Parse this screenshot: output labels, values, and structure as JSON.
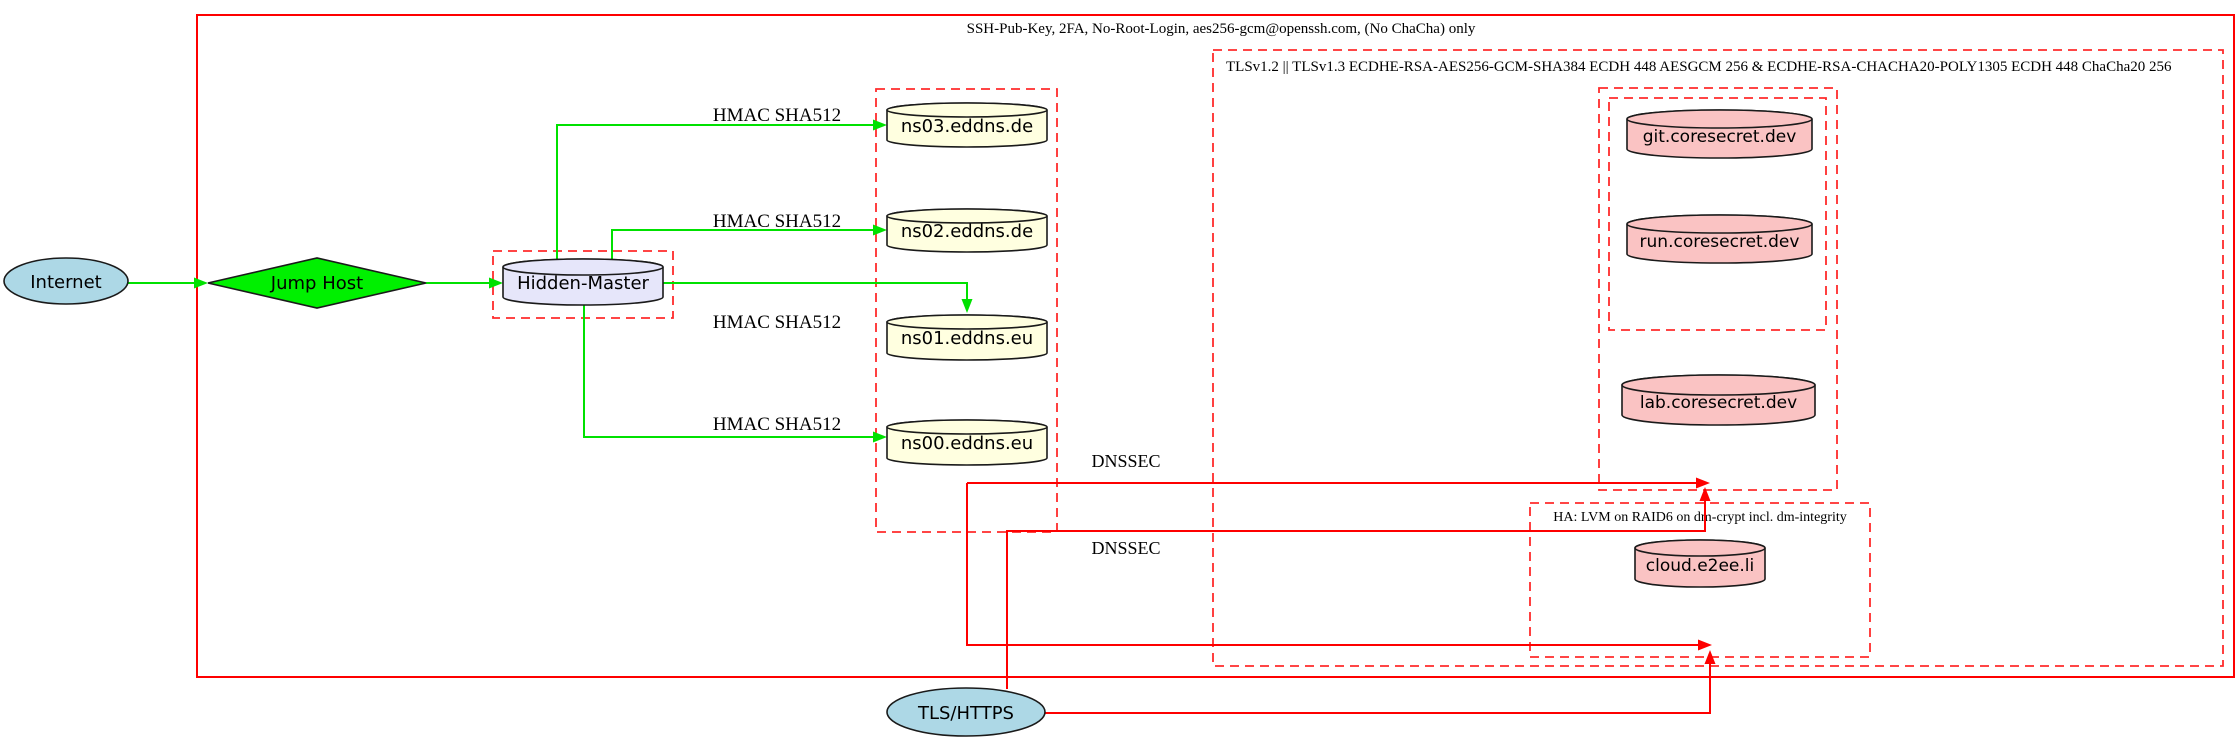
{
  "diagram": {
    "clusters": {
      "ssh": {
        "label": "SSH-Pub-Key, 2FA, No-Root-Login, aes256-gcm@openssh.com, (No ChaCha) only"
      },
      "tls": {
        "label": "TLSv1.2 || TLSv1.3 ECDHE-RSA-AES256-GCM-SHA384 ECDH 448 AESGCM 256 & ECDHE-RSA-CHACHA20-POLY1305 ECDH 448 ChaCha20 256"
      },
      "ha": {
        "label": "HA: LVM on RAID6 on dm-crypt incl. dm-integrity"
      }
    },
    "nodes": {
      "internet": {
        "label": "Internet",
        "shape": "ellipse"
      },
      "jump_host": {
        "label": "Jump Host",
        "shape": "diamond"
      },
      "hidden_master": {
        "label": "Hidden-Master",
        "shape": "cylinder"
      },
      "ns03": {
        "label": "ns03.eddns.de",
        "shape": "cylinder"
      },
      "ns02": {
        "label": "ns02.eddns.de",
        "shape": "cylinder"
      },
      "ns01": {
        "label": "ns01.eddns.eu",
        "shape": "cylinder"
      },
      "ns00": {
        "label": "ns00.eddns.eu",
        "shape": "cylinder"
      },
      "git": {
        "label": "git.coresecret.dev",
        "shape": "cylinder"
      },
      "run": {
        "label": "run.coresecret.dev",
        "shape": "cylinder"
      },
      "lab": {
        "label": "lab.coresecret.dev",
        "shape": "cylinder"
      },
      "cloud": {
        "label": "cloud.e2ee.li",
        "shape": "cylinder"
      },
      "tls_https": {
        "label": "TLS/HTTPS",
        "shape": "ellipse"
      }
    },
    "edge_labels": {
      "hmac": "HMAC SHA512",
      "dnssec": "DNSSEC"
    },
    "colors": {
      "solid_red": "#fe0000",
      "dashed_red": "#ff2b2b",
      "edge_green": "#00e100",
      "node_blue": "#add8e6",
      "node_green": "#00f000",
      "node_lavender": "#e6e6fa",
      "node_yellow": "#ffffe0",
      "node_pink": "#fac3c3",
      "background": "#ffffff"
    }
  }
}
